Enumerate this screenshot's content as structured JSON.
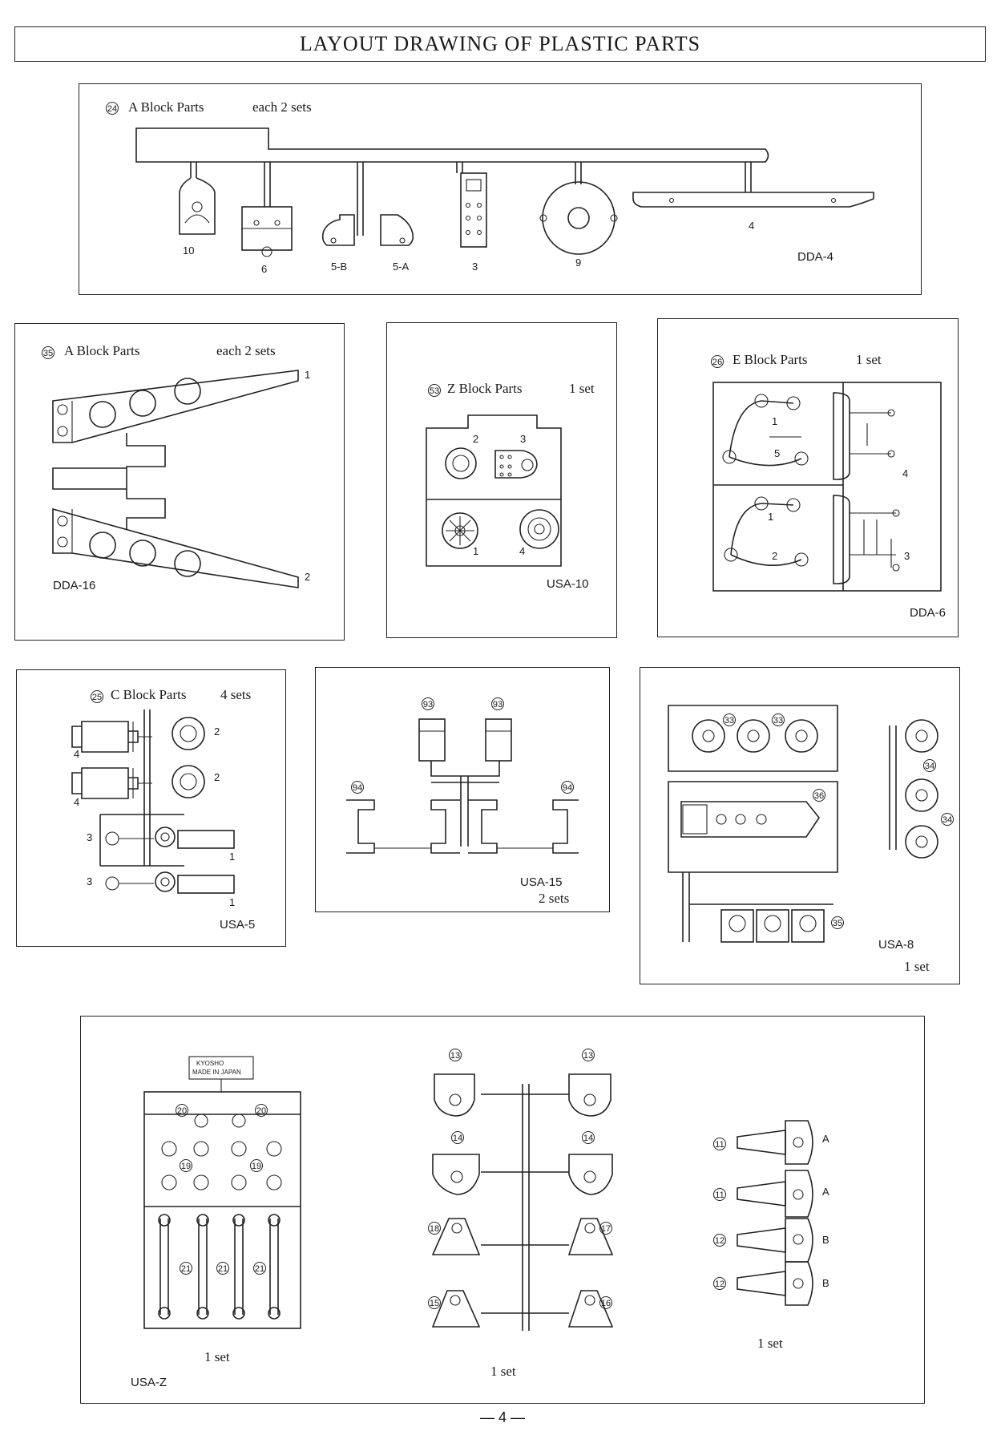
{
  "page": {
    "title": "LAYOUT DRAWING OF PLASTIC PARTS",
    "page_number": "— 4 —"
  },
  "blocks": {
    "a24": {
      "badge": "24",
      "name": "A Block Parts",
      "qty": "each 2 sets",
      "code": "DDA-4",
      "parts": [
        "10",
        "6",
        "5-B",
        "5-A",
        "3",
        "9",
        "4"
      ]
    },
    "a35": {
      "badge": "35",
      "name": "A Block Parts",
      "qty": "each 2 sets",
      "code": "DDA-16",
      "parts": [
        "1",
        "2"
      ]
    },
    "z53": {
      "badge": "53",
      "name": "Z Block Parts",
      "qty": "1 set",
      "code": "USA-10",
      "parts": [
        "2",
        "3",
        "1",
        "4"
      ]
    },
    "e26": {
      "badge": "26",
      "name": "E Block Parts",
      "qty": "1 set",
      "code": "DDA-6",
      "parts": [
        "1",
        "5",
        "4",
        "1",
        "2",
        "3"
      ]
    },
    "c25": {
      "badge": "25",
      "name": "C Block Parts",
      "qty": "4 sets",
      "code": "USA-5",
      "parts": [
        "4",
        "2",
        "4",
        "2",
        "3",
        "1",
        "3",
        "1"
      ]
    },
    "usa15": {
      "code": "USA-15",
      "qty": "2 sets",
      "badges": [
        "93",
        "93",
        "94",
        "94"
      ]
    },
    "usa8": {
      "code": "USA-8",
      "qty": "1 set",
      "badges": [
        "33",
        "33",
        "34",
        "36",
        "34",
        "35"
      ]
    },
    "usaz": {
      "code": "USA-Z",
      "stamp1": "KYOSHO",
      "stamp2": "MADE IN JAPAN",
      "qty_left": "1 set",
      "qty_mid": "1 set",
      "qty_right": "1 set",
      "badges_left": [
        "20",
        "20",
        "19",
        "19",
        "21",
        "21",
        "21"
      ],
      "badges_mid": [
        "13",
        "13",
        "14",
        "14",
        "18",
        "17",
        "15",
        "16"
      ],
      "badges_right": [
        "11",
        "11",
        "12",
        "12"
      ],
      "letters_right": [
        "A",
        "A",
        "B",
        "B"
      ]
    }
  }
}
